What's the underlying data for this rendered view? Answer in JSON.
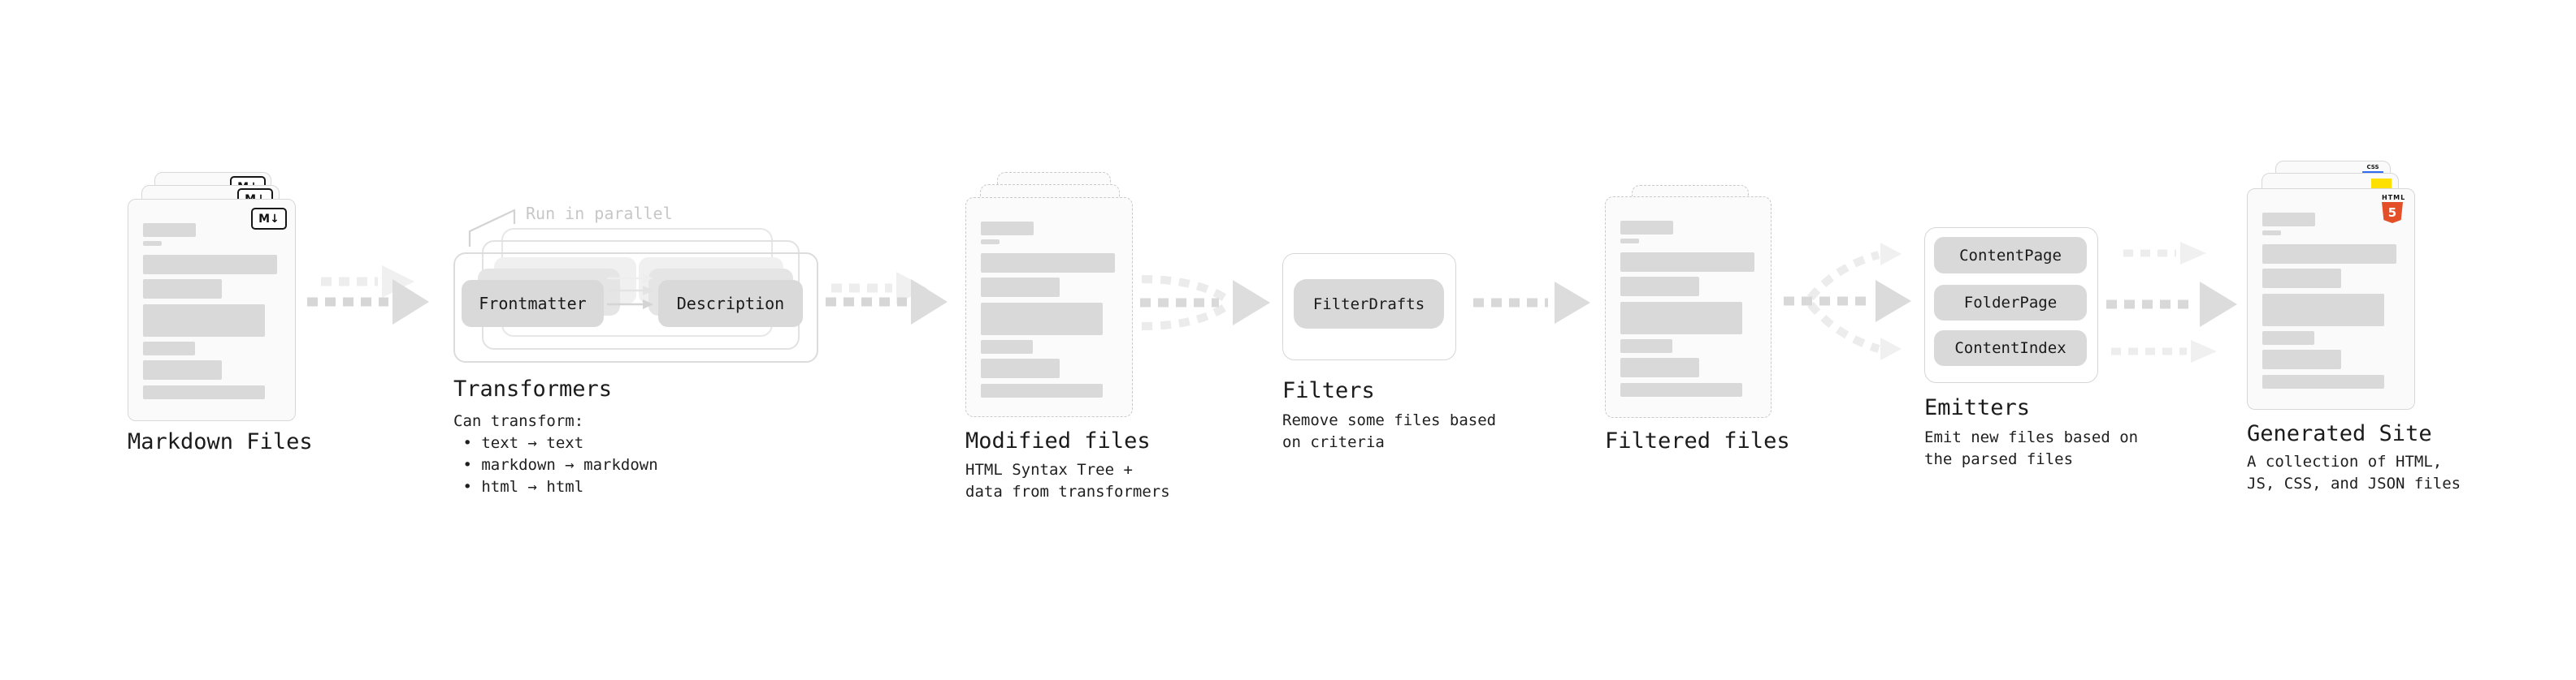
{
  "diagram": {
    "markdown": {
      "label": "Markdown Files",
      "badge": "M↓"
    },
    "transformers": {
      "title": "Transformers",
      "note": "Run in parallel",
      "button_left": "Frontmatter",
      "button_right": "Description",
      "body": "Can transform:\n • text → text\n • markdown → markdown\n • html → html"
    },
    "modified": {
      "title": "Modified files",
      "body": "HTML Syntax Tree +\ndata from transformers"
    },
    "filters": {
      "title": "Filters",
      "button": "FilterDrafts",
      "body": "Remove some files based\non criteria"
    },
    "filtered": {
      "title": "Filtered files"
    },
    "emitters": {
      "title": "Emitters",
      "buttons": [
        "ContentPage",
        "FolderPage",
        "ContentIndex"
      ],
      "body": "Emit new files based on\nthe parsed files"
    },
    "generated": {
      "title": "Generated Site",
      "body": "A collection of HTML,\nJS, CSS, and JSON files",
      "html5_word": "HTML",
      "html5_number": "5",
      "css_word": "CSS"
    },
    "colors": {
      "html5_orange": "#e34f26",
      "js_yellow": "#fde000",
      "css_blue": "#2e6bf0",
      "placeholder_gray": "#d9d9d9",
      "button_gray": "#d9d9d9",
      "arrow_gray": "#d6d6d6"
    }
  }
}
